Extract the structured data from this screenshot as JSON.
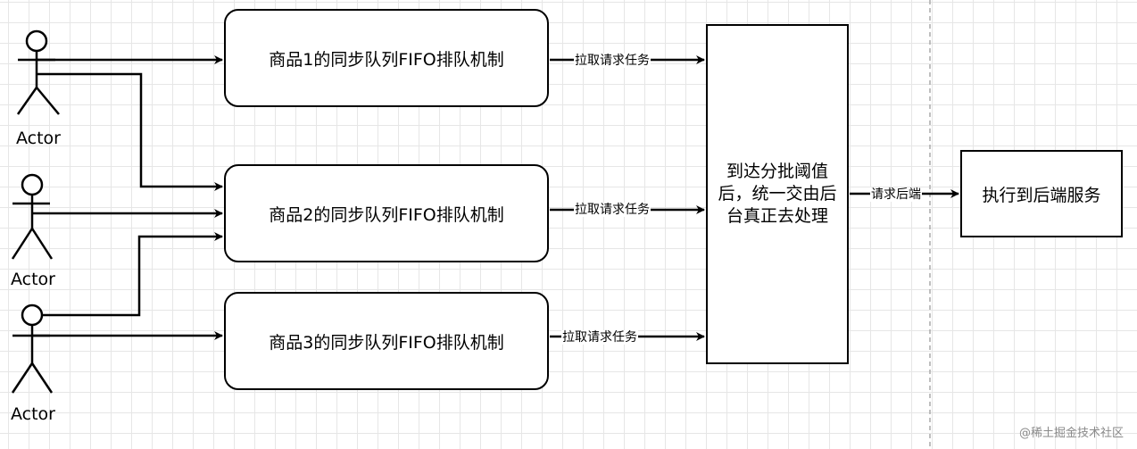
{
  "actors": [
    {
      "label": "Actor"
    },
    {
      "label": "Actor"
    },
    {
      "label": "Actor"
    }
  ],
  "queues": [
    {
      "label": "商品1的同步队列FIFO排队机制"
    },
    {
      "label": "商品2的同步队列FIFO排队机制"
    },
    {
      "label": "商品3的同步队列FIFO排队机制"
    }
  ],
  "edge_labels": {
    "pull_1": "拉取请求任务",
    "pull_2": "拉取请求任务",
    "pull_3": "拉取请求任务",
    "request_backend": "请求后端"
  },
  "batch_box": {
    "line_1": "到达分批阈值",
    "line_2": "后，统一交由后",
    "line_3": "台真正去处理"
  },
  "exec_box": {
    "label": "执行到后端服务"
  },
  "watermark": "@稀土掘金技术社区"
}
